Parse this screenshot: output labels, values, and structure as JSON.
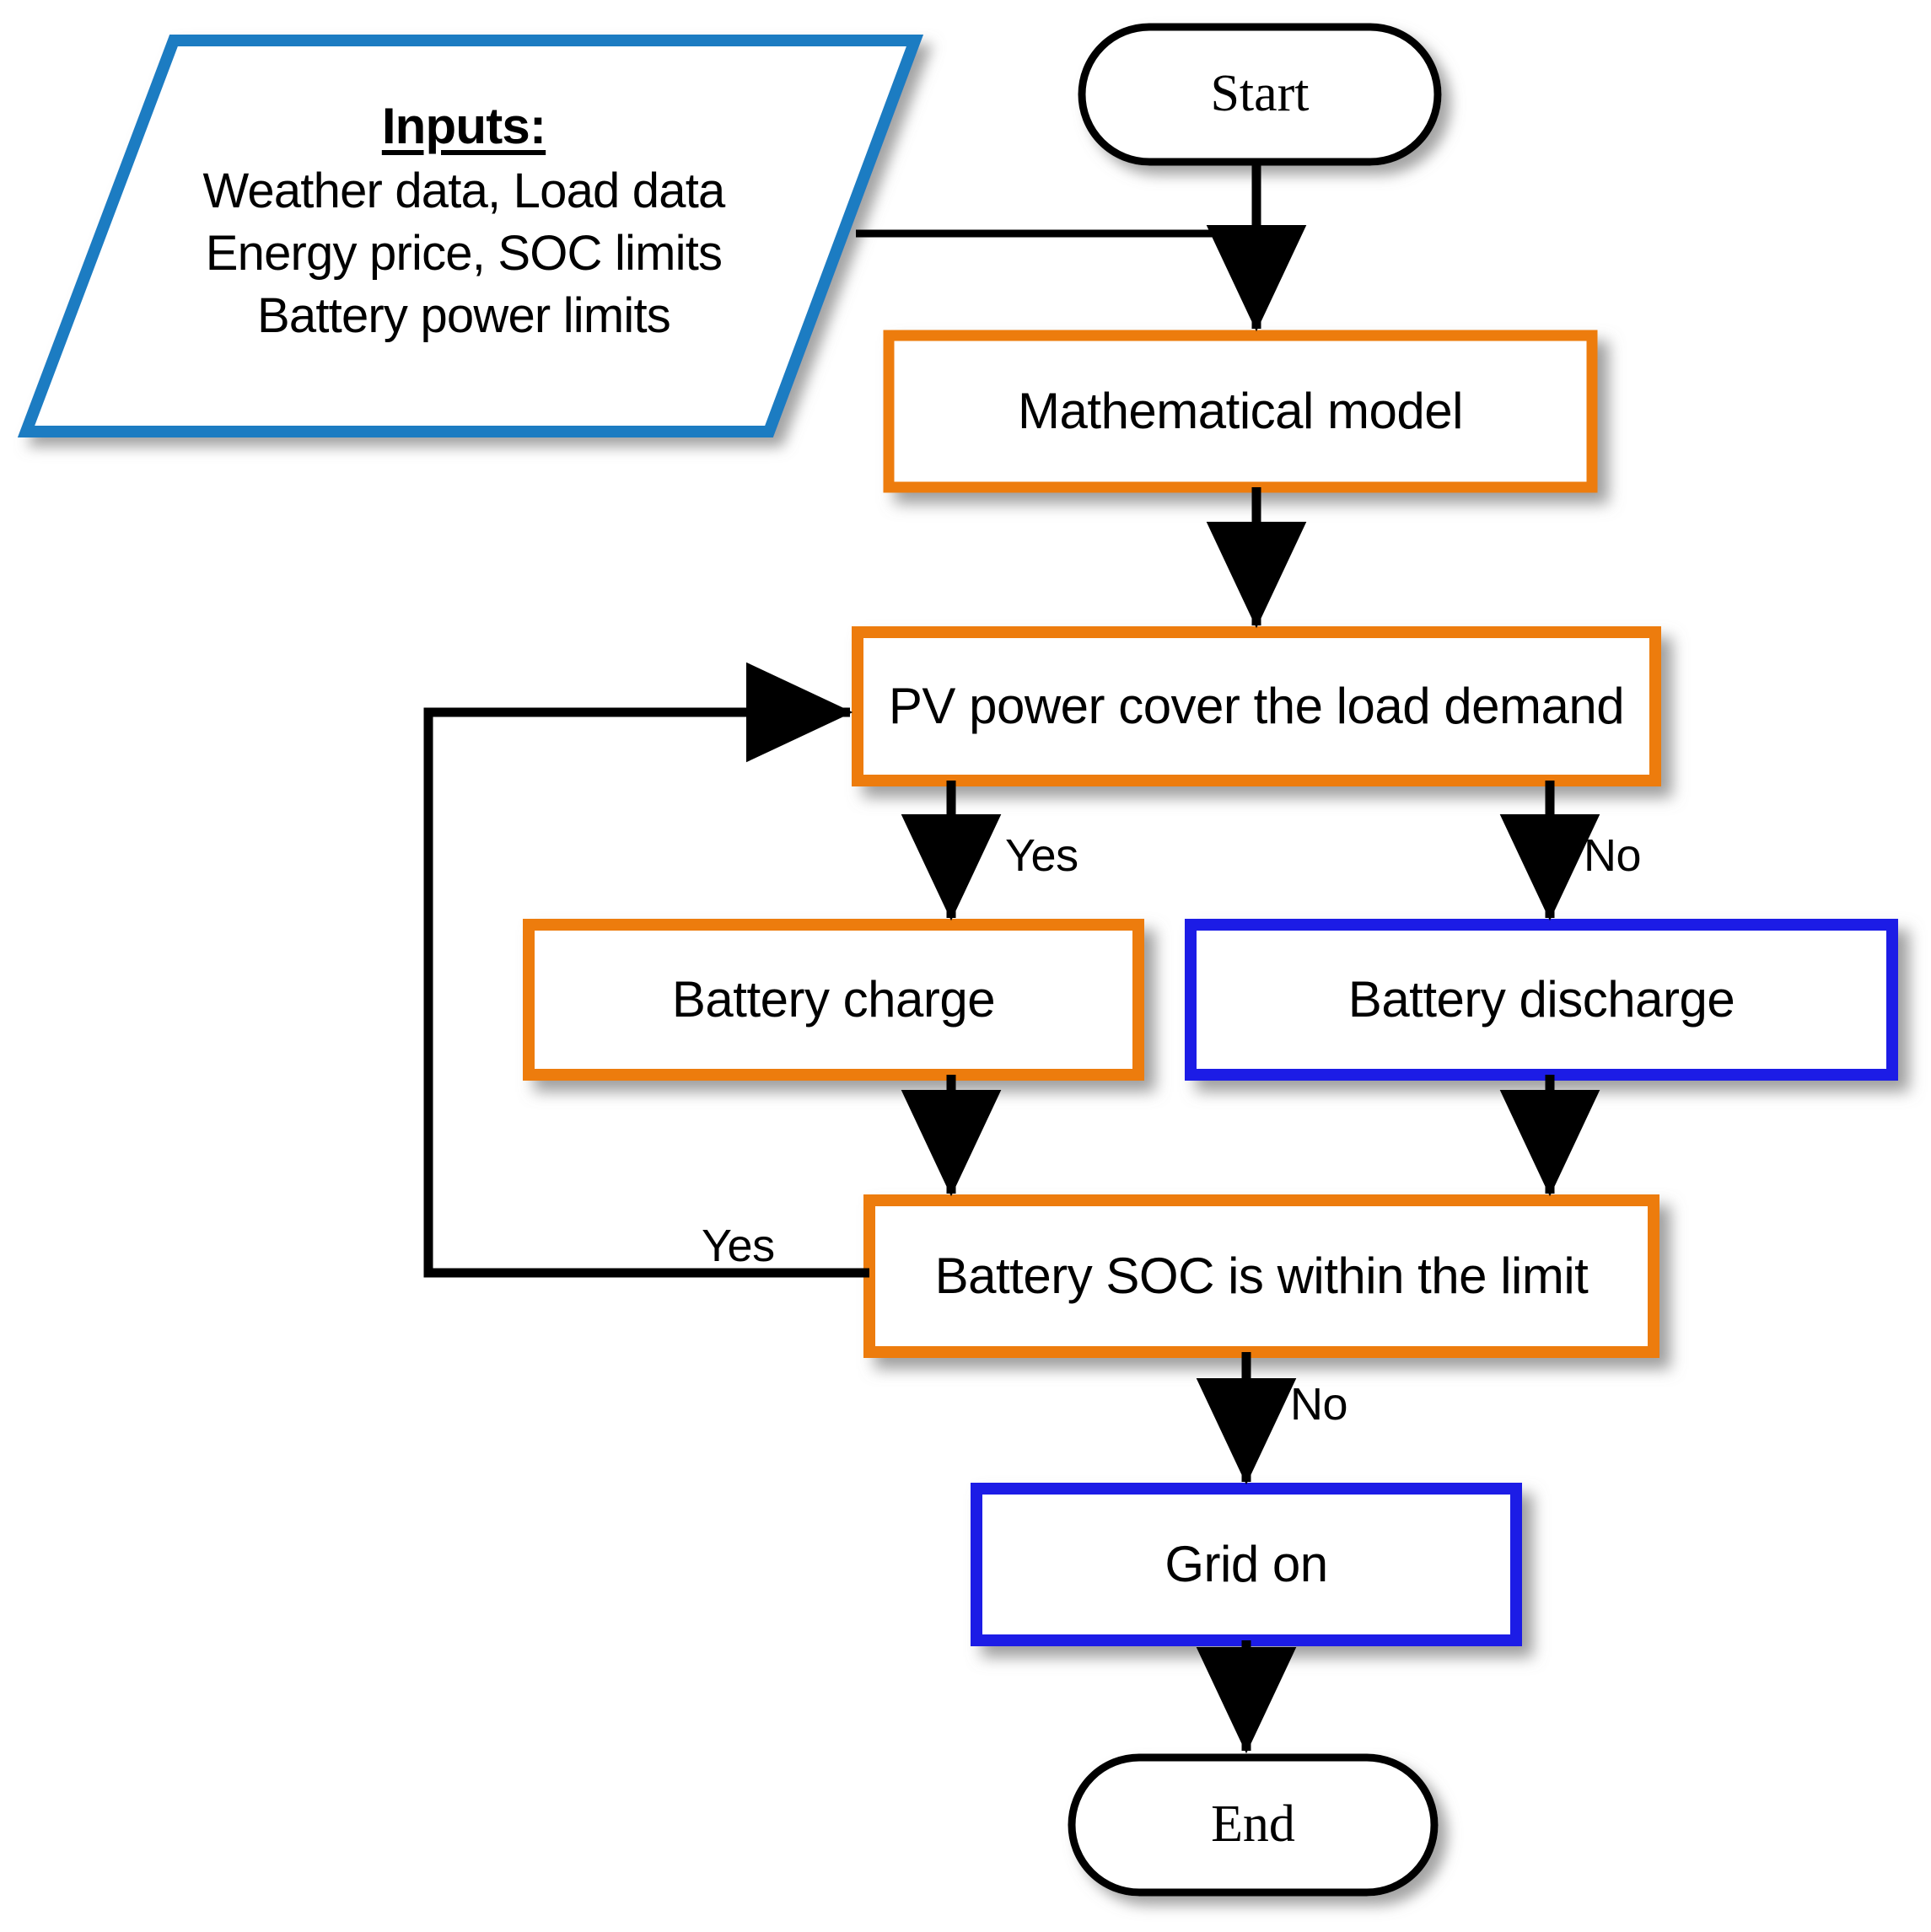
{
  "diagram": {
    "title": "PV-battery energy management flowchart",
    "colors": {
      "orange": "#ED7B10",
      "blue": "#1A1AE6",
      "steel_blue": "#1F7BC2",
      "black": "#000000",
      "shadow": "#9a9a9a",
      "background": "#FFFFFF"
    }
  },
  "nodes": {
    "inputs": {
      "heading": "Inputs:",
      "lines": [
        "Weather data, Load data",
        "Energy price, SOC limits",
        "Battery power limits"
      ],
      "shape": "parallelogram",
      "border_color": "#1F7BC2"
    },
    "start": {
      "label": "Start",
      "shape": "terminator",
      "border_color": "#000000"
    },
    "math": {
      "label": "Mathematical model",
      "shape": "process",
      "border_color": "#ED7B10"
    },
    "pv": {
      "label": "PV power cover the load demand",
      "shape": "decision-box",
      "border_color": "#ED7B10"
    },
    "charge": {
      "label": "Battery charge",
      "shape": "process",
      "border_color": "#ED7B10"
    },
    "discharge": {
      "label": "Battery discharge",
      "shape": "process",
      "border_color": "#1A1AE6"
    },
    "soc": {
      "label": "Battery SOC is within the limit",
      "shape": "decision-box",
      "border_color": "#ED7B10"
    },
    "gridon": {
      "label": "Grid on",
      "shape": "process",
      "border_color": "#1A1AE6"
    },
    "end": {
      "label": "End",
      "shape": "terminator",
      "border_color": "#000000"
    }
  },
  "edge_labels": {
    "pv_yes": "Yes",
    "pv_no": "No",
    "soc_yes": "Yes",
    "soc_no": "No"
  },
  "chart_data": {
    "type": "flowchart",
    "title": "PV-battery energy management flowchart",
    "nodes": [
      {
        "id": "inputs",
        "text": "Inputs: Weather data, Load data / Energy price, SOC limits / Battery power limits",
        "shape": "parallelogram",
        "color": "#1F7BC2"
      },
      {
        "id": "start",
        "text": "Start",
        "shape": "terminator",
        "color": "#000000"
      },
      {
        "id": "math",
        "text": "Mathematical model",
        "shape": "process",
        "color": "#ED7B10"
      },
      {
        "id": "pv",
        "text": "PV power cover the load demand",
        "shape": "decision",
        "color": "#ED7B10"
      },
      {
        "id": "charge",
        "text": "Battery charge",
        "shape": "process",
        "color": "#ED7B10"
      },
      {
        "id": "discharge",
        "text": "Battery discharge",
        "shape": "process",
        "color": "#1A1AE6"
      },
      {
        "id": "soc",
        "text": "Battery SOC is within the limit",
        "shape": "decision",
        "color": "#ED7B10"
      },
      {
        "id": "gridon",
        "text": "Grid on",
        "shape": "process",
        "color": "#1A1AE6"
      },
      {
        "id": "end",
        "text": "End",
        "shape": "terminator",
        "color": "#000000"
      }
    ],
    "edges": [
      {
        "from": "inputs",
        "to": "math",
        "label": ""
      },
      {
        "from": "start",
        "to": "math",
        "label": ""
      },
      {
        "from": "math",
        "to": "pv",
        "label": ""
      },
      {
        "from": "pv",
        "to": "charge",
        "label": "Yes"
      },
      {
        "from": "pv",
        "to": "discharge",
        "label": "No"
      },
      {
        "from": "charge",
        "to": "soc",
        "label": ""
      },
      {
        "from": "discharge",
        "to": "soc",
        "label": ""
      },
      {
        "from": "soc",
        "to": "pv",
        "label": "Yes"
      },
      {
        "from": "soc",
        "to": "gridon",
        "label": "No"
      },
      {
        "from": "gridon",
        "to": "end",
        "label": ""
      }
    ]
  }
}
